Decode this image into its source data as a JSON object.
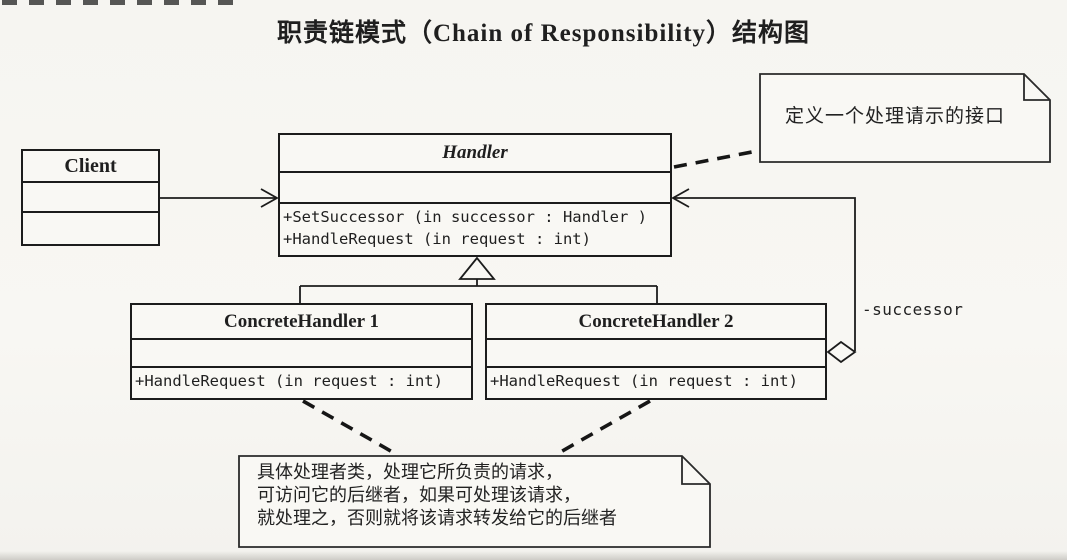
{
  "page": {
    "title": "职责链模式（Chain of Responsibility）结构图",
    "paper_color": "#f6f5f1",
    "ink_color": "#1c1c1c"
  },
  "classes": {
    "client": {
      "name": "Client",
      "attributes": "",
      "methods": []
    },
    "handler": {
      "name": "Handler",
      "attributes": "",
      "methods": [
        "+SetSuccessor (in successor : Handler )",
        "+HandleRequest (in request : int)"
      ]
    },
    "concrete_handler_1": {
      "name": "ConcreteHandler 1",
      "attributes": "",
      "methods": [
        "+HandleRequest (in request : int)"
      ]
    },
    "concrete_handler_2": {
      "name": "ConcreteHandler 2",
      "attributes": "",
      "methods": [
        "+HandleRequest (in request : int)"
      ]
    }
  },
  "notes": {
    "handler_note": "定义一个处理请示的接口",
    "concrete_note_lines": [
      "具体处理者类，处理它所负责的请求，",
      "可访问它的后继者，如果可处理该请求，",
      "就处理之，否则就将该请求转发给它的后继者"
    ]
  },
  "labels": {
    "successor": "-successor"
  },
  "relations": {
    "client_to_handler": "association (open arrow)",
    "handler_self_successor": "aggregation (hollow diamond) labeled -successor",
    "inheritance": "ConcreteHandler 1 and ConcreteHandler 2 inherit Handler (hollow triangle)"
  }
}
